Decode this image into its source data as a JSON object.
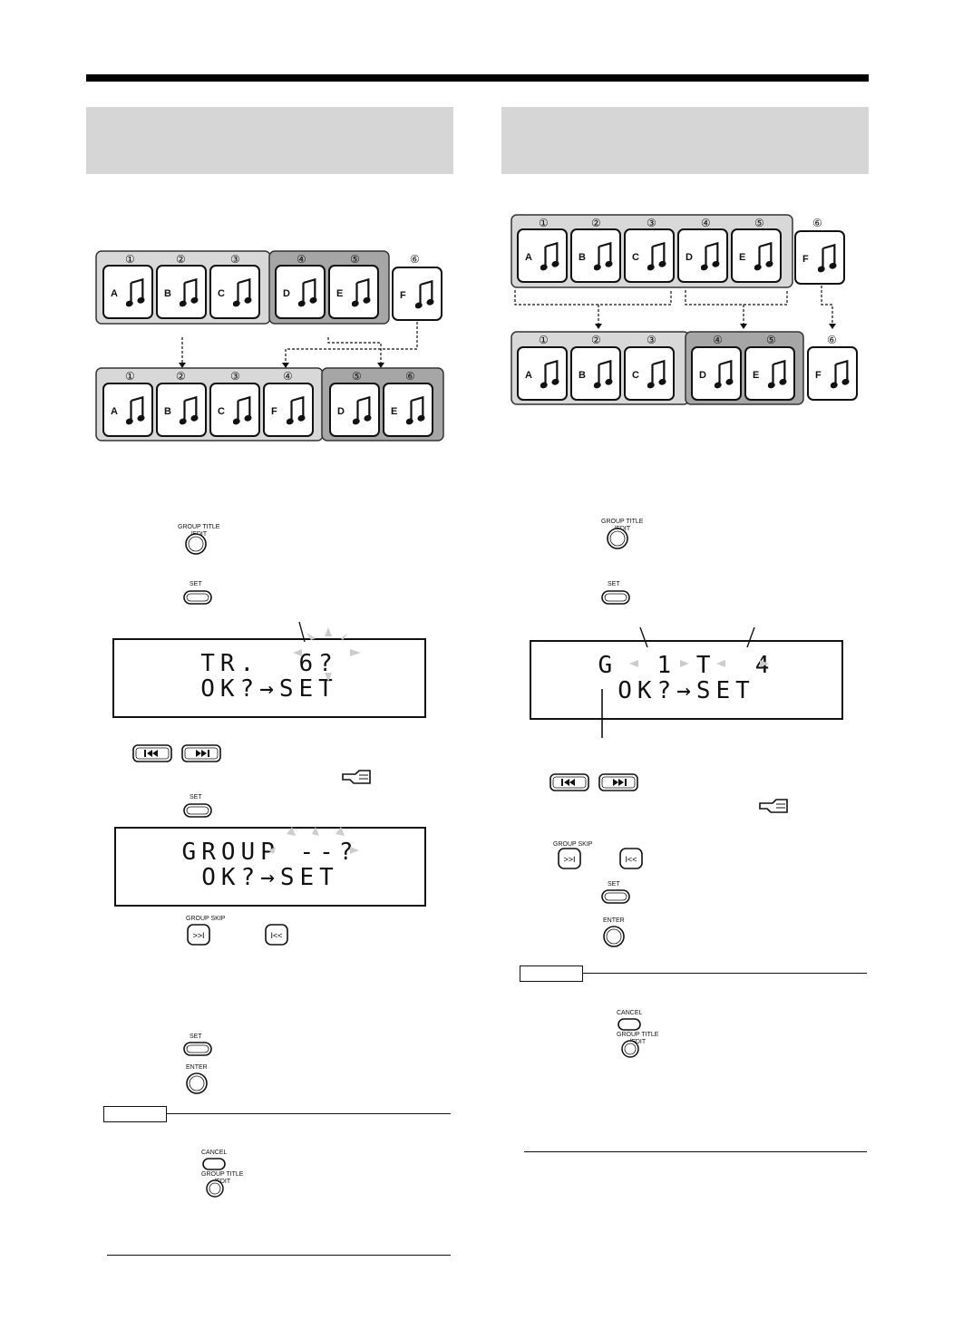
{
  "left": {
    "diagram_top": {
      "numbers": [
        "①",
        "②",
        "③",
        "④",
        "⑤",
        "⑥"
      ],
      "letters": [
        "A",
        "B",
        "C",
        "D",
        "E",
        "F"
      ]
    },
    "diagram_bottom": {
      "numbers": [
        "①",
        "②",
        "③",
        "④",
        "⑤",
        "⑥"
      ],
      "letters": [
        "A",
        "B",
        "C",
        "F",
        "D",
        "E"
      ]
    },
    "btn_group_title": "GROUP TITLE\n/EDIT",
    "btn_set": "SET",
    "display1": {
      "line1": "TR.  6?",
      "line2": "OK?→SET"
    },
    "display2": {
      "line1": "GROUP --?",
      "line2": "OK?→SET"
    },
    "btn_group_skip": "GROUP SKIP",
    "btn_enter": "ENTER",
    "btn_cancel": "CANCEL"
  },
  "right": {
    "diagram_top": {
      "numbers": [
        "①",
        "②",
        "③",
        "④",
        "⑤",
        "⑥"
      ],
      "letters": [
        "A",
        "B",
        "C",
        "D",
        "E",
        "F"
      ]
    },
    "diagram_bottom": {
      "numbers": [
        "①",
        "②",
        "③",
        "④",
        "⑤",
        "⑥"
      ],
      "letters": [
        "A",
        "B",
        "C",
        "D",
        "E",
        "F"
      ]
    },
    "btn_group_title": "GROUP TITLE\n/EDIT",
    "btn_set": "SET",
    "display1": {
      "line1": "G  1 T  4",
      "line2": "OK?→SET"
    },
    "btn_group_skip": "GROUP SKIP",
    "btn_enter": "ENTER",
    "btn_cancel": "CANCEL"
  },
  "icons": {
    "note": "music-note-icon",
    "pointer": "hand-pointer-icon"
  }
}
